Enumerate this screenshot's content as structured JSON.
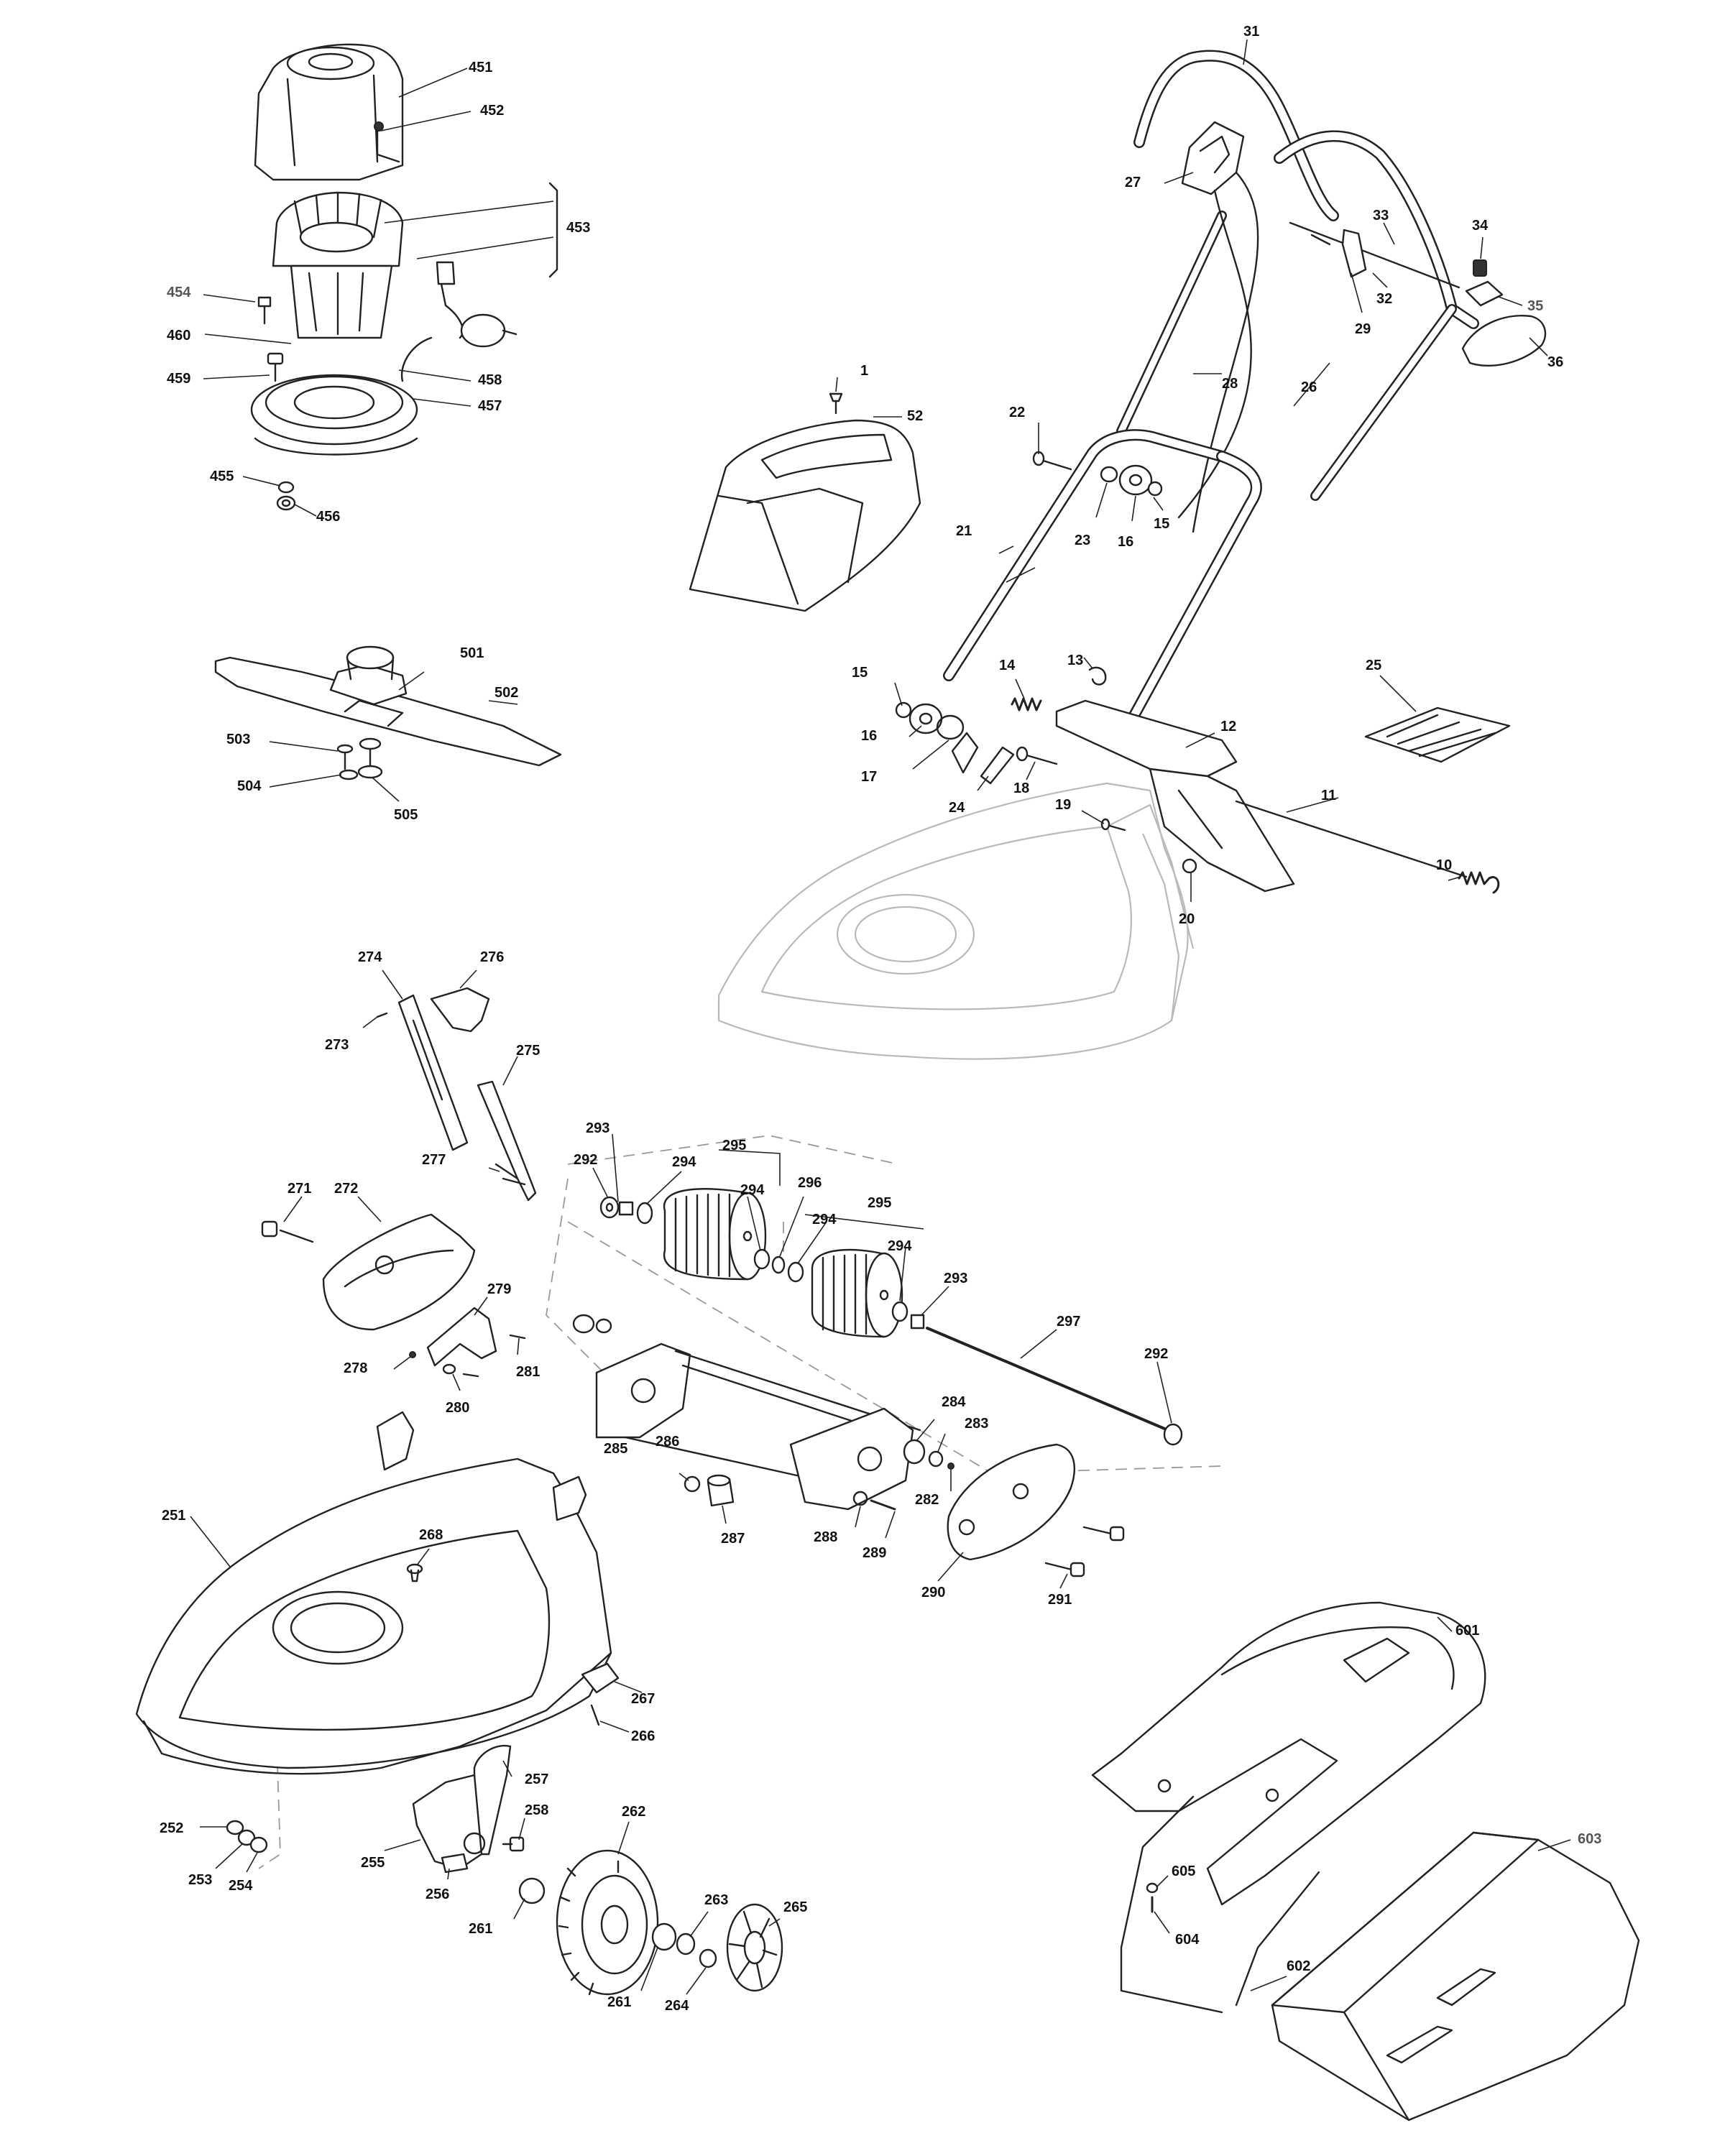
{
  "callouts": [
    {
      "id": "451",
      "label": "451"
    },
    {
      "id": "452",
      "label": "452"
    },
    {
      "id": "453",
      "label": "453"
    },
    {
      "id": "454",
      "label": "454"
    },
    {
      "id": "460",
      "label": "460"
    },
    {
      "id": "459",
      "label": "459"
    },
    {
      "id": "458",
      "label": "458"
    },
    {
      "id": "457",
      "label": "457"
    },
    {
      "id": "455",
      "label": "455"
    },
    {
      "id": "456",
      "label": "456"
    },
    {
      "id": "1",
      "label": "1"
    },
    {
      "id": "52",
      "label": "52"
    },
    {
      "id": "31",
      "label": "31"
    },
    {
      "id": "27",
      "label": "27"
    },
    {
      "id": "33",
      "label": "33"
    },
    {
      "id": "34",
      "label": "34"
    },
    {
      "id": "35",
      "label": "35"
    },
    {
      "id": "36",
      "label": "36"
    },
    {
      "id": "32",
      "label": "32"
    },
    {
      "id": "29",
      "label": "29"
    },
    {
      "id": "28",
      "label": "28"
    },
    {
      "id": "26",
      "label": "26"
    },
    {
      "id": "22",
      "label": "22"
    },
    {
      "id": "23",
      "label": "23"
    },
    {
      "id": "16a",
      "label": "16"
    },
    {
      "id": "15a",
      "label": "15"
    },
    {
      "id": "21",
      "label": "21"
    },
    {
      "id": "501",
      "label": "501"
    },
    {
      "id": "502",
      "label": "502"
    },
    {
      "id": "503",
      "label": "503"
    },
    {
      "id": "504",
      "label": "504"
    },
    {
      "id": "505",
      "label": "505"
    },
    {
      "id": "15b",
      "label": "15"
    },
    {
      "id": "16b",
      "label": "16"
    },
    {
      "id": "17",
      "label": "17"
    },
    {
      "id": "14",
      "label": "14"
    },
    {
      "id": "13",
      "label": "13"
    },
    {
      "id": "12",
      "label": "12"
    },
    {
      "id": "25",
      "label": "25"
    },
    {
      "id": "24",
      "label": "24"
    },
    {
      "id": "18",
      "label": "18"
    },
    {
      "id": "19",
      "label": "19"
    },
    {
      "id": "11",
      "label": "11"
    },
    {
      "id": "10",
      "label": "10"
    },
    {
      "id": "20",
      "label": "20"
    },
    {
      "id": "274",
      "label": "274"
    },
    {
      "id": "276",
      "label": "276"
    },
    {
      "id": "273",
      "label": "273"
    },
    {
      "id": "275",
      "label": "275"
    },
    {
      "id": "293a",
      "label": "293"
    },
    {
      "id": "295a",
      "label": "295"
    },
    {
      "id": "292a",
      "label": "292"
    },
    {
      "id": "294a",
      "label": "294"
    },
    {
      "id": "277",
      "label": "277"
    },
    {
      "id": "294b",
      "label": "294"
    },
    {
      "id": "296",
      "label": "296"
    },
    {
      "id": "295b",
      "label": "295"
    },
    {
      "id": "294c",
      "label": "294"
    },
    {
      "id": "294d",
      "label": "294"
    },
    {
      "id": "271",
      "label": "271"
    },
    {
      "id": "272",
      "label": "272"
    },
    {
      "id": "293b",
      "label": "293"
    },
    {
      "id": "297",
      "label": "297"
    },
    {
      "id": "279",
      "label": "279"
    },
    {
      "id": "278",
      "label": "278"
    },
    {
      "id": "281",
      "label": "281"
    },
    {
      "id": "280",
      "label": "280"
    },
    {
      "id": "292b",
      "label": "292"
    },
    {
      "id": "284",
      "label": "284"
    },
    {
      "id": "283",
      "label": "283"
    },
    {
      "id": "285",
      "label": "285"
    },
    {
      "id": "286",
      "label": "286"
    },
    {
      "id": "282",
      "label": "282"
    },
    {
      "id": "251",
      "label": "251"
    },
    {
      "id": "268",
      "label": "268"
    },
    {
      "id": "287",
      "label": "287"
    },
    {
      "id": "288",
      "label": "288"
    },
    {
      "id": "289",
      "label": "289"
    },
    {
      "id": "291",
      "label": "291"
    },
    {
      "id": "290",
      "label": "290"
    },
    {
      "id": "601",
      "label": "601"
    },
    {
      "id": "267",
      "label": "267"
    },
    {
      "id": "266",
      "label": "266"
    },
    {
      "id": "257",
      "label": "257"
    },
    {
      "id": "258",
      "label": "258"
    },
    {
      "id": "262",
      "label": "262"
    },
    {
      "id": "252",
      "label": "252"
    },
    {
      "id": "255",
      "label": "255"
    },
    {
      "id": "253",
      "label": "253"
    },
    {
      "id": "254",
      "label": "254"
    },
    {
      "id": "256",
      "label": "256"
    },
    {
      "id": "261a",
      "label": "261"
    },
    {
      "id": "263",
      "label": "263"
    },
    {
      "id": "265",
      "label": "265"
    },
    {
      "id": "261b",
      "label": "261"
    },
    {
      "id": "264",
      "label": "264"
    },
    {
      "id": "603",
      "label": "603"
    },
    {
      "id": "605",
      "label": "605"
    },
    {
      "id": "604",
      "label": "604"
    },
    {
      "id": "602",
      "label": "602"
    }
  ]
}
